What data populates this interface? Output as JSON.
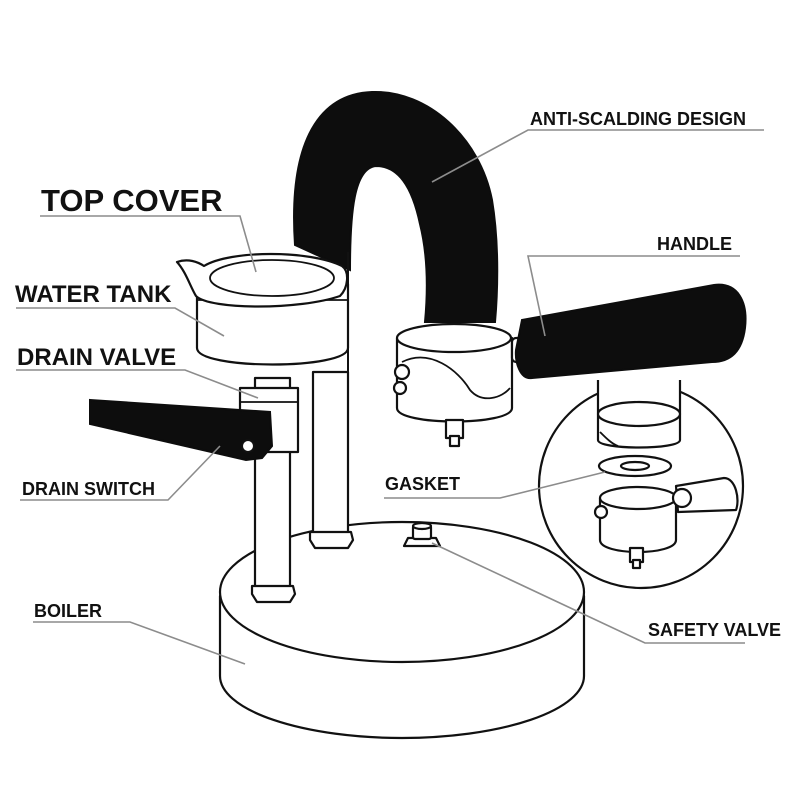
{
  "labels": {
    "anti_scalding": "ANTI-SCALDING DESIGN",
    "top_cover": "TOP COVER",
    "handle": "HANDLE",
    "water_tank": "WATER TANK",
    "drain_valve": "DRAIN VALVE",
    "gasket": "GASKET",
    "drain_switch": "DRAIN SWITCH",
    "boiler": "BOILER",
    "safety_valve": "SAFETY VALVE"
  },
  "colors": {
    "outline": "#111111",
    "fill_black": "#0d0d0d",
    "leader_line": "#8c8c8c",
    "background": "#ffffff"
  }
}
